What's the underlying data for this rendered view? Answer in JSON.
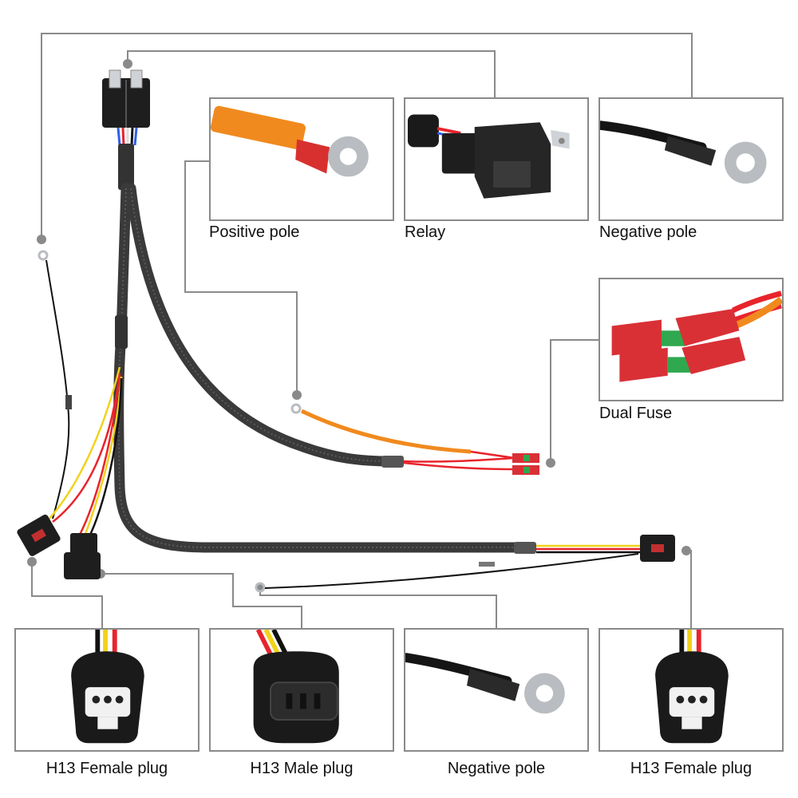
{
  "labels": {
    "positive_pole": "Positive pole",
    "relay": "Relay",
    "negative_pole_top": "Negative pole",
    "dual_fuse": "Dual Fuse",
    "h13_female_left": "H13 Female plug",
    "h13_male": "H13 Male plug",
    "negative_pole_bottom": "Negative pole",
    "h13_female_right": "H13 Female plug"
  },
  "colors": {
    "callout_line": "#8a8a8a",
    "frame_border": "#8a8a8a",
    "harness_sleeve": "#3a3a3a",
    "wire_red": "#e8242c",
    "wire_yellow": "#f2d21a",
    "wire_black": "#111111",
    "positive_lead": "#f08a1e",
    "fuse_holder": "#d93036",
    "fuse_blade": "#2fa84f",
    "connector_black": "#1e1e1e",
    "ring_terminal": "#b9bcc0"
  }
}
